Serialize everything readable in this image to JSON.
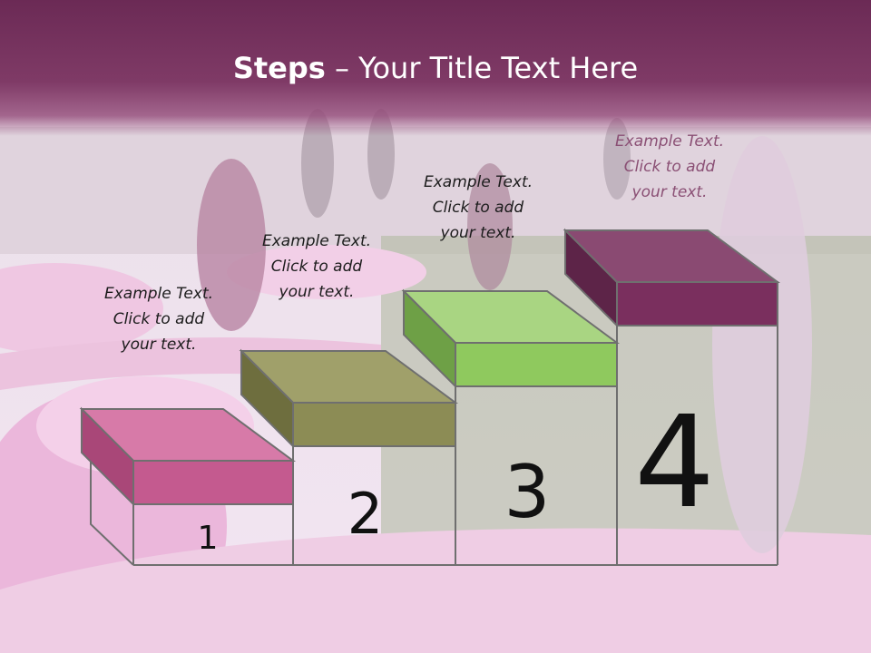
{
  "slide": {
    "title_bold": "Steps",
    "title_rest": " – Your Title Text Here"
  },
  "steps": [
    {
      "number": "1",
      "caption": [
        "Example Text.",
        "Click  to add",
        "your text."
      ],
      "top_color": "#d77aa8",
      "front_color": "#c45a8f",
      "side_color": "#a94778"
    },
    {
      "number": "2",
      "caption": [
        "Example Text.",
        "Click  to add",
        "your text."
      ],
      "top_color": "#a0a06a",
      "front_color": "#8c8c55",
      "side_color": "#6e6e3e"
    },
    {
      "number": "3",
      "caption": [
        "Example Text.",
        "Click  to add",
        "your text."
      ],
      "top_color": "#a9d582",
      "front_color": "#8fc95e",
      "side_color": "#6ea046"
    },
    {
      "number": "4",
      "caption": [
        "Example Text.",
        "Click  to add",
        "your text."
      ],
      "top_color": "#8a4a72",
      "front_color": "#7a2f5e",
      "side_color": "#5d2448"
    }
  ]
}
